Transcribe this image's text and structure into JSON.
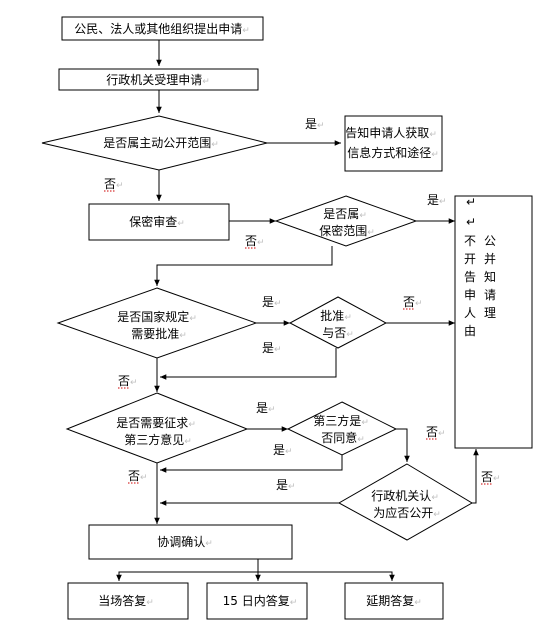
{
  "nodes": {
    "apply": "公民、法人或其他组织提出申请",
    "accept": "行政机关受理申请",
    "proactive_q": "是否属主动公开范围",
    "inform_channel": [
      "告知申请人获取",
      "信息方式和途径"
    ],
    "secrecy_review": "保密审查",
    "secret_q": [
      "是否属",
      "保密范围"
    ],
    "approval_q": [
      "是否国家规定",
      "需要批准"
    ],
    "approve": [
      "批准",
      "与否"
    ],
    "third_party_q": [
      "是否需要征求",
      "第三方意见"
    ],
    "third_party_agree": [
      "第三方是",
      "否同意"
    ],
    "agency_decide": [
      "行政机关认",
      "为应否公开"
    ],
    "coordinate": "协调确认",
    "notify_not_public": [
      "不",
      "开",
      "告",
      "申",
      "人",
      "由"
    ],
    "notify_not_public_2": [
      "公",
      "并",
      "知",
      "请",
      "理"
    ],
    "reply_immediate": "当场答复",
    "reply_15days": "15 日内答复",
    "reply_extend": "延期答复"
  },
  "labels": {
    "yes": "是",
    "no": "否"
  },
  "marks": {
    "return_mark": "↵"
  }
}
